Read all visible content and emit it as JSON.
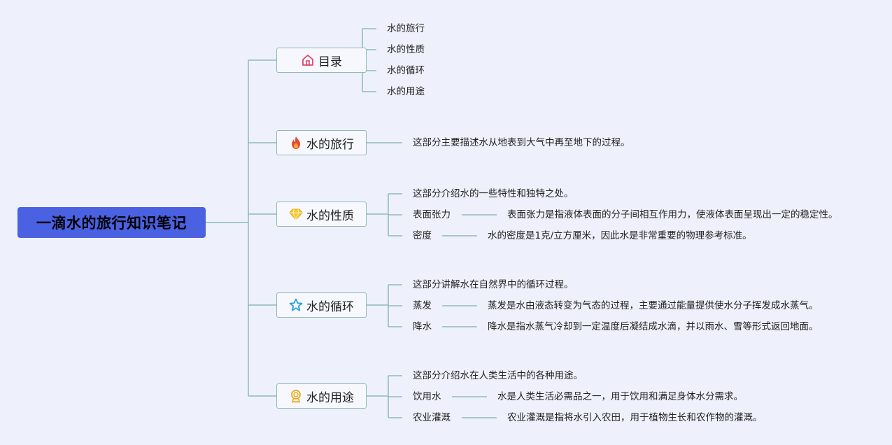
{
  "root": {
    "label": "一滴水的旅行知识笔记"
  },
  "topics": {
    "toc": {
      "label": "目录",
      "icon": "home-icon",
      "items": [
        "水的旅行",
        "水的性质",
        "水的循环",
        "水的用途"
      ]
    },
    "journey": {
      "label": "水的旅行",
      "icon": "flame-icon",
      "desc": "这部分主要描述水从地表到大气中再至地下的过程。"
    },
    "properties": {
      "label": "水的性质",
      "icon": "diamond-icon",
      "intro": "这部分介绍水的一些特性和独特之处。",
      "subs": [
        {
          "label": "表面张力",
          "desc": "表面张力是指液体表面的分子间相互作用力，使液体表面呈现出一定的稳定性。"
        },
        {
          "label": "密度",
          "desc": "水的密度是1克/立方厘米，因此水是非常重要的物理参考标准。"
        }
      ]
    },
    "cycle": {
      "label": "水的循环",
      "icon": "star-icon",
      "intro": "这部分讲解水在自然界中的循环过程。",
      "subs": [
        {
          "label": "蒸发",
          "desc": "蒸发是水由液态转变为气态的过程，主要通过能量提供使水分子挥发成水蒸气。"
        },
        {
          "label": "降水",
          "desc": "降水是指水蒸气冷却到一定温度后凝结成水滴，并以雨水、雪等形式返回地面。"
        }
      ]
    },
    "uses": {
      "label": "水的用途",
      "icon": "award-icon",
      "intro": "这部分介绍水在人类生活中的各种用途。",
      "subs": [
        {
          "label": "饮用水",
          "desc": "水是人类生活必需品之一，用于饮用和满足身体水分需求。"
        },
        {
          "label": "农业灌溉",
          "desc": "农业灌溉是指将水引入农田，用于植物生长和农作物的灌溉。"
        }
      ]
    }
  },
  "colors": {
    "background": "#eef1fb",
    "root_fill": "#4a61e2",
    "connector": "#8fb9b7",
    "topic_border": "#8fb9b7"
  }
}
